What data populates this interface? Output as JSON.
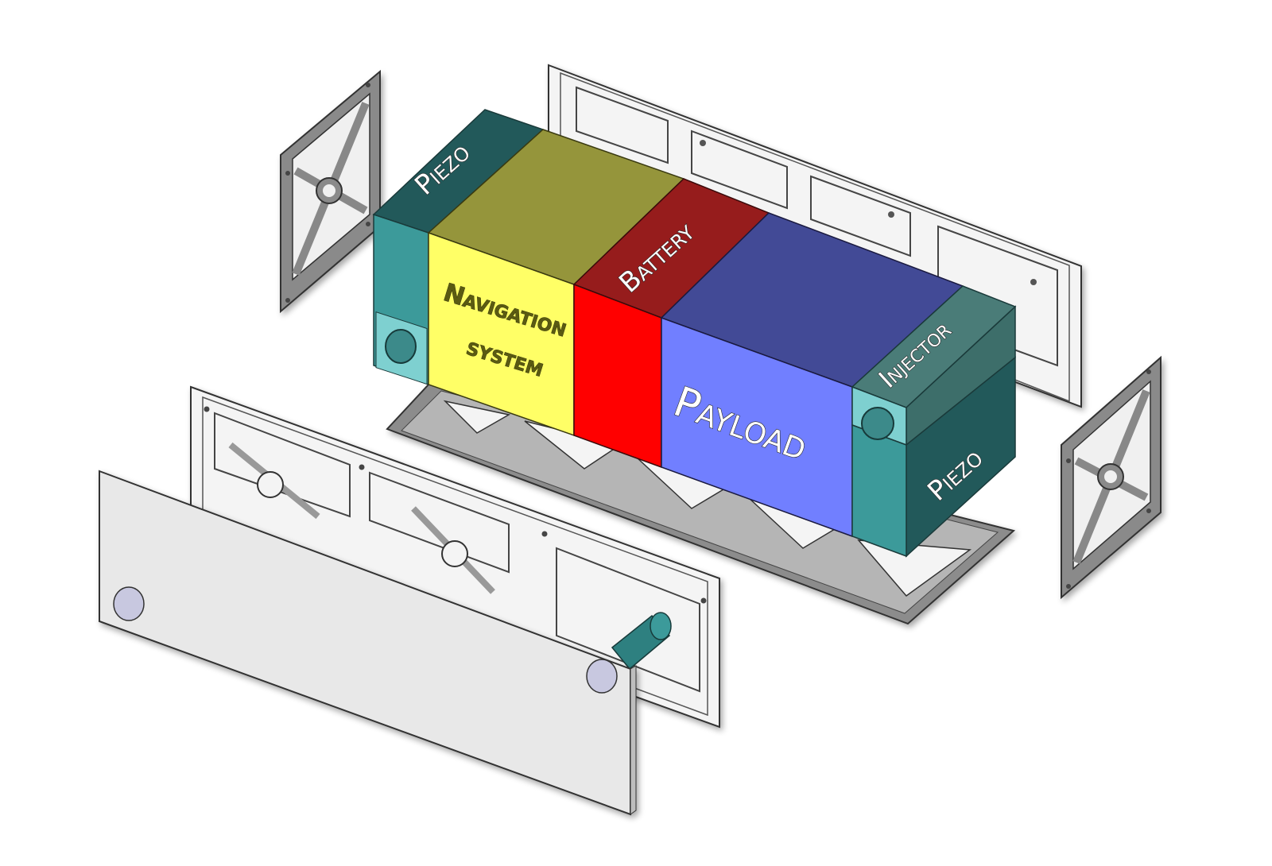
{
  "diagram": {
    "modules": {
      "piezo_rear": "Piezo",
      "navigation_line1": "Navigation",
      "navigation_line2": "system",
      "battery": "Battery",
      "payload": "Payload",
      "injector": "Injector",
      "piezo_front": "Piezo"
    },
    "colors": {
      "piezo_top": "#22595a",
      "piezo_side": "#3c9a9a",
      "piezo_port": "#7ed0d0",
      "nav_top": "#95953b",
      "nav_front": "#ffff66",
      "battery_top": "#961c1c",
      "battery_front": "#ff0000",
      "payload_top": "#424a96",
      "payload_front": "#717fff",
      "injector_top": "#4a7c78",
      "frame_fill": "#f4f4f4",
      "frame_stroke": "#333333",
      "panel_fill": "#e8e8e8",
      "actuator": "#2e8080",
      "port_fill": "#c8c8e0"
    }
  }
}
